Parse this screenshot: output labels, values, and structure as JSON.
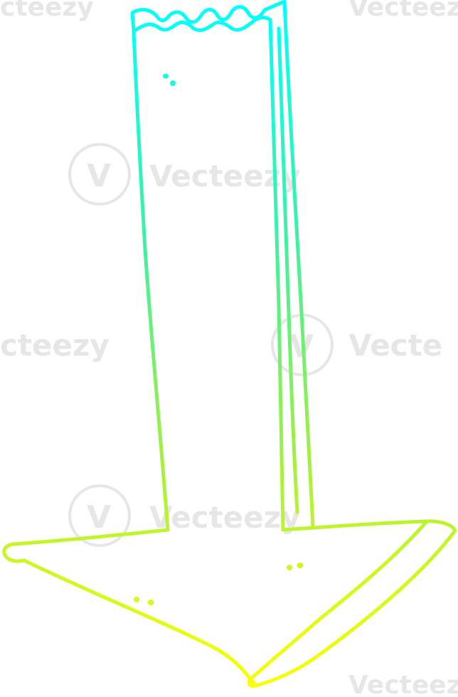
{
  "illustration": {
    "subject": "down-arrow-icon",
    "stroke_gradient": [
      "#00FFFF",
      "#40F0A0",
      "#A0F040",
      "#FFFF00"
    ]
  },
  "watermark": {
    "brand": "Vecteezy",
    "brand_fragment_left": "cteezy",
    "brand_fragment_right": "Vecte",
    "brand_fragment_top_left": "cteezy",
    "brand_fragment_top_right": "Vecteezy",
    "brand_fragment_bottom_right": "Vecteezy",
    "color": "#e6e6e6"
  }
}
